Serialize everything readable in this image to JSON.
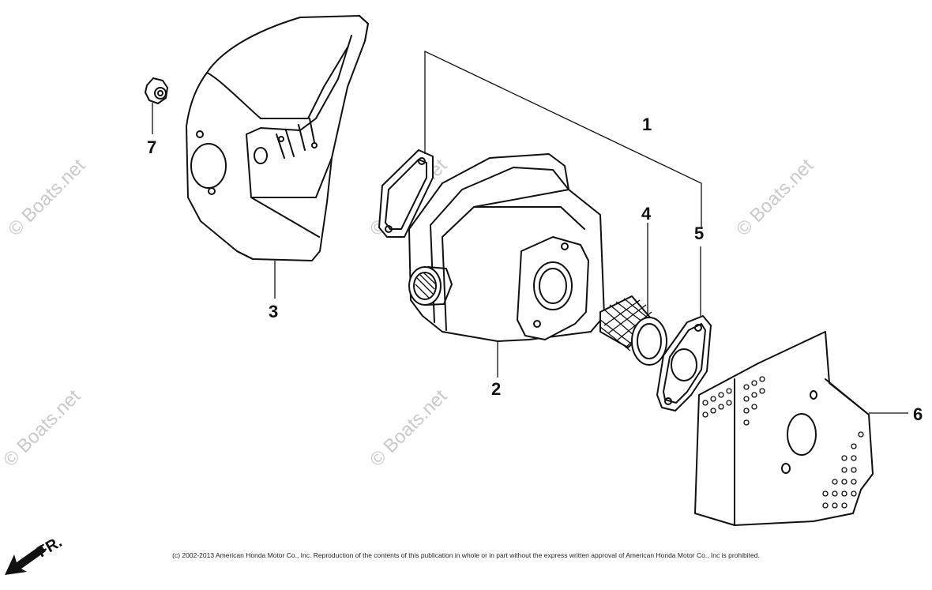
{
  "diagram": {
    "callouts": [
      {
        "id": "1",
        "text": "1"
      },
      {
        "id": "2",
        "text": "2"
      },
      {
        "id": "3",
        "text": "3"
      },
      {
        "id": "4",
        "text": "4"
      },
      {
        "id": "5",
        "text": "5"
      },
      {
        "id": "6",
        "text": "6"
      },
      {
        "id": "7",
        "text": "7"
      }
    ],
    "direction_label": "FR.",
    "watermark": "© Boats.net",
    "copyright": "(c) 2002-2013 American Honda Motor Co., Inc. Reproduction of the contents of this publication in whole or in part without the express written approval of American Honda Motor Co., Inc is prohibited."
  }
}
